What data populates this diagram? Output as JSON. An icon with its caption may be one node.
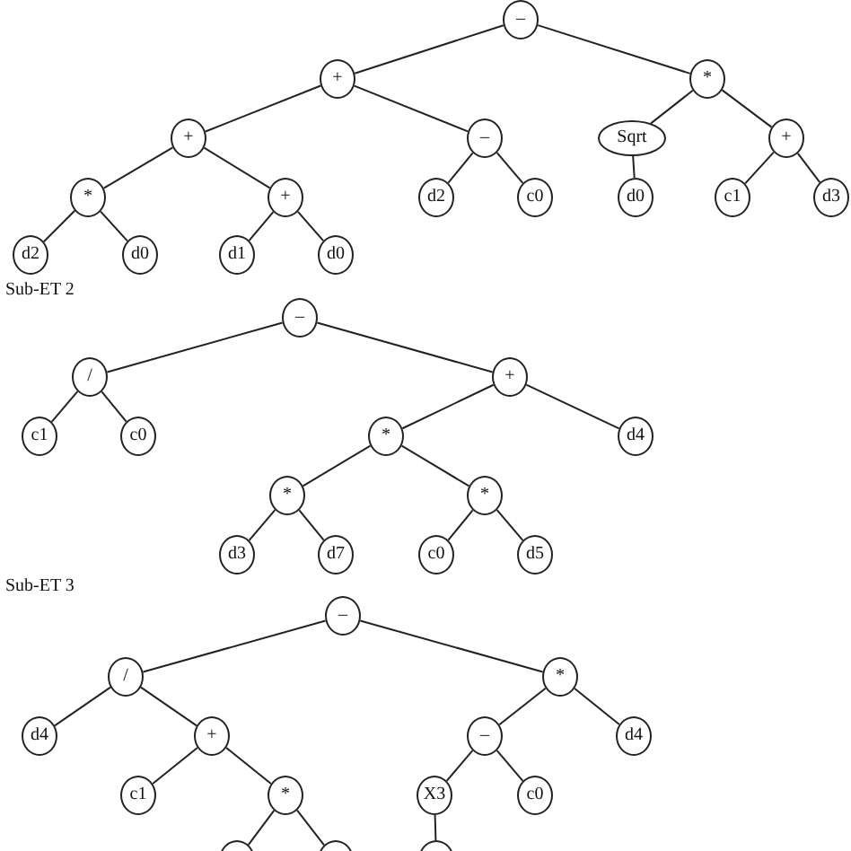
{
  "diagram": {
    "nodes": [
      {
        "text": [
          "–"
        ]
      },
      {
        "text": [
          "+"
        ]
      },
      {
        "text": [
          "*"
        ]
      },
      {
        "text": [
          "+"
        ]
      },
      {
        "text": [
          "–"
        ]
      },
      {
        "text": [
          "Sqrt"
        ]
      },
      {
        "text": [
          "+"
        ]
      },
      {
        "text": [
          "*"
        ]
      },
      {
        "text": [
          "+"
        ]
      },
      {
        "text": [
          "d2"
        ]
      },
      {
        "text": [
          "c0"
        ]
      },
      {
        "text": [
          "d0"
        ]
      },
      {
        "text": [
          "c1"
        ]
      },
      {
        "text": [
          "d3"
        ]
      },
      {
        "text": [
          "d2"
        ]
      },
      {
        "text": [
          "d0"
        ]
      },
      {
        "text": [
          "d1"
        ]
      },
      {
        "text": [
          "d0"
        ]
      },
      {
        "text": [
          "–"
        ]
      },
      {
        "text": [
          "/"
        ]
      },
      {
        "text": [
          "+"
        ]
      },
      {
        "text": [
          "c1"
        ]
      },
      {
        "text": [
          "c0"
        ]
      },
      {
        "text": [
          "*"
        ]
      },
      {
        "text": [
          "d4"
        ]
      },
      {
        "text": [
          "*"
        ]
      },
      {
        "text": [
          "*"
        ]
      },
      {
        "text": [
          "d3"
        ]
      },
      {
        "text": [
          "d7"
        ]
      },
      {
        "text": [
          "c0"
        ]
      },
      {
        "text": [
          "d5"
        ]
      },
      {
        "text": [
          "–"
        ]
      },
      {
        "text": [
          "/"
        ]
      },
      {
        "text": [
          "*"
        ]
      },
      {
        "text": [
          "d4"
        ]
      },
      {
        "text": [
          "+"
        ]
      },
      {
        "text": [
          "–"
        ]
      },
      {
        "text": [
          "d4"
        ]
      },
      {
        "text": [
          "c1"
        ]
      },
      {
        "text": [
          "*"
        ]
      },
      {
        "text": [
          "X3"
        ]
      },
      {
        "text": [
          "c0"
        ]
      },
      {
        "text": [],
        "shape": "circle"
      },
      {
        "text": [],
        "shape": "circle"
      },
      {
        "text": [],
        "shape": "circle"
      }
    ],
    "edges": [
      {
        "from": 0,
        "to": 1,
        "arrow": "none"
      },
      {
        "from": 0,
        "to": 2,
        "arrow": "none"
      },
      {
        "from": 1,
        "to": 3,
        "arrow": "none"
      },
      {
        "from": 1,
        "to": 4,
        "arrow": "none"
      },
      {
        "from": 2,
        "to": 5,
        "arrow": "none"
      },
      {
        "from": 2,
        "to": 6,
        "arrow": "none"
      },
      {
        "from": 3,
        "to": 7,
        "arrow": "none"
      },
      {
        "from": 3,
        "to": 8,
        "arrow": "none"
      },
      {
        "from": 4,
        "to": 9,
        "arrow": "none"
      },
      {
        "from": 4,
        "to": 10,
        "arrow": "none"
      },
      {
        "from": 5,
        "to": 11,
        "arrow": "none"
      },
      {
        "from": 6,
        "to": 12,
        "arrow": "none"
      },
      {
        "from": 6,
        "to": 13,
        "arrow": "none"
      },
      {
        "from": 7,
        "to": 14,
        "arrow": "none"
      },
      {
        "from": 7,
        "to": 15,
        "arrow": "none"
      },
      {
        "from": 8,
        "to": 16,
        "arrow": "none"
      },
      {
        "from": 8,
        "to": 17,
        "arrow": "none"
      },
      {
        "from": 18,
        "to": 19,
        "arrow": "none"
      },
      {
        "from": 18,
        "to": 20,
        "arrow": "none"
      },
      {
        "from": 19,
        "to": 21,
        "arrow": "none"
      },
      {
        "from": 19,
        "to": 22,
        "arrow": "none"
      },
      {
        "from": 20,
        "to": 23,
        "arrow": "none"
      },
      {
        "from": 20,
        "to": 24,
        "arrow": "none"
      },
      {
        "from": 23,
        "to": 25,
        "arrow": "none"
      },
      {
        "from": 23,
        "to": 26,
        "arrow": "none"
      },
      {
        "from": 25,
        "to": 27,
        "arrow": "none"
      },
      {
        "from": 25,
        "to": 28,
        "arrow": "none"
      },
      {
        "from": 26,
        "to": 29,
        "arrow": "none"
      },
      {
        "from": 26,
        "to": 30,
        "arrow": "none"
      },
      {
        "from": 31,
        "to": 32,
        "arrow": "none"
      },
      {
        "from": 31,
        "to": 33,
        "arrow": "none"
      },
      {
        "from": 32,
        "to": 34,
        "arrow": "none"
      },
      {
        "from": 32,
        "to": 35,
        "arrow": "none"
      },
      {
        "from": 33,
        "to": 36,
        "arrow": "none"
      },
      {
        "from": 33,
        "to": 37,
        "arrow": "none"
      },
      {
        "from": 35,
        "to": 38,
        "arrow": "none"
      },
      {
        "from": 35,
        "to": 39,
        "arrow": "none"
      },
      {
        "from": 36,
        "to": 40,
        "arrow": "none"
      },
      {
        "from": 36,
        "to": 41,
        "arrow": "none"
      },
      {
        "from": 39,
        "to": 42,
        "arrow": "none"
      },
      {
        "from": 39,
        "to": 43,
        "arrow": "none"
      },
      {
        "from": 40,
        "to": 44,
        "arrow": "none"
      }
    ],
    "labels": [
      "Sub-ET 2",
      "Sub-ET 3"
    ]
  }
}
